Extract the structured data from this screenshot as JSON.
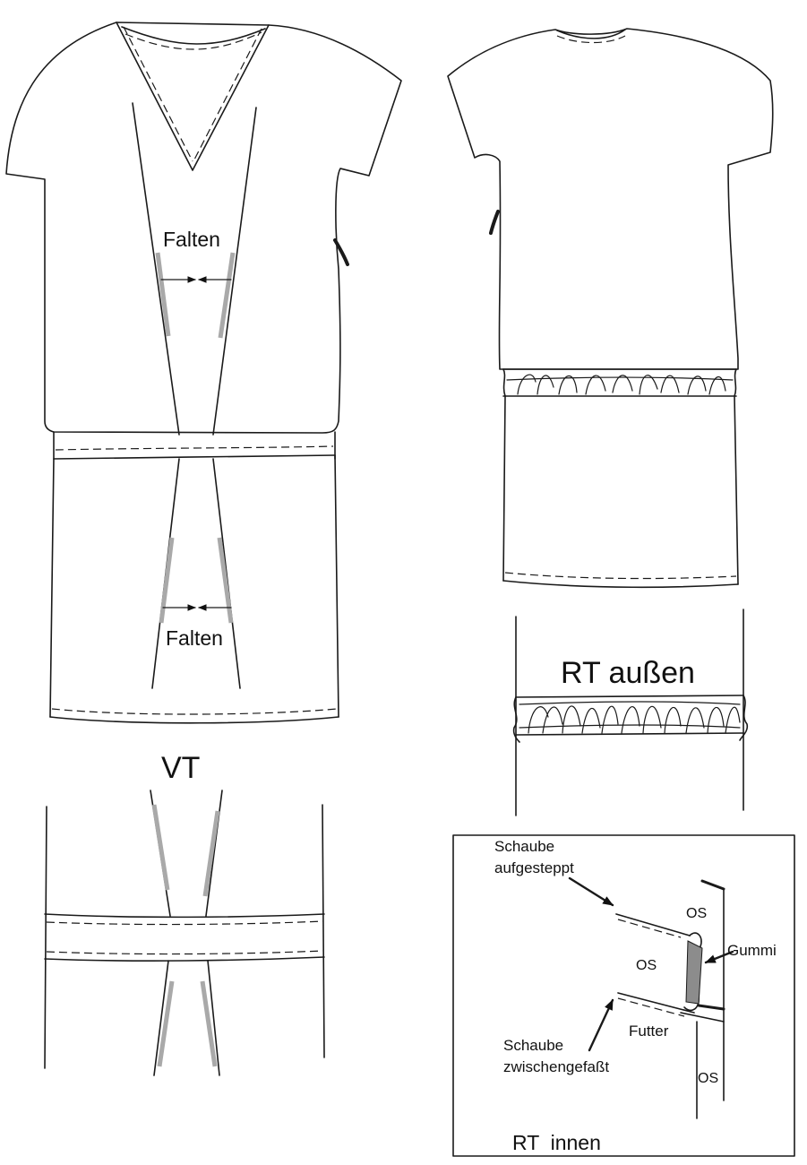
{
  "labels": {
    "falten_top": "Falten",
    "falten_bottom": "Falten",
    "vt": "VT",
    "rt_aussen": "RT außen",
    "rt_innen": "RT  innen",
    "schaube_aufgesteppt_line1": "Schaube",
    "schaube_aufgesteppt_line2": "aufgesteppt",
    "schaube_zwischengefasst_line1": "Schaube",
    "schaube_zwischengefasst_line2": "zwischengefaßt",
    "gummi": "Gummi",
    "futter": "Futter",
    "os_1": "OS",
    "os_2": "OS",
    "os_3": "OS"
  },
  "colors": {
    "line": "#1a1a1a",
    "fold_marker": "#a9a9a9",
    "elastic_fill": "#8c8c8c",
    "background": "#ffffff"
  }
}
